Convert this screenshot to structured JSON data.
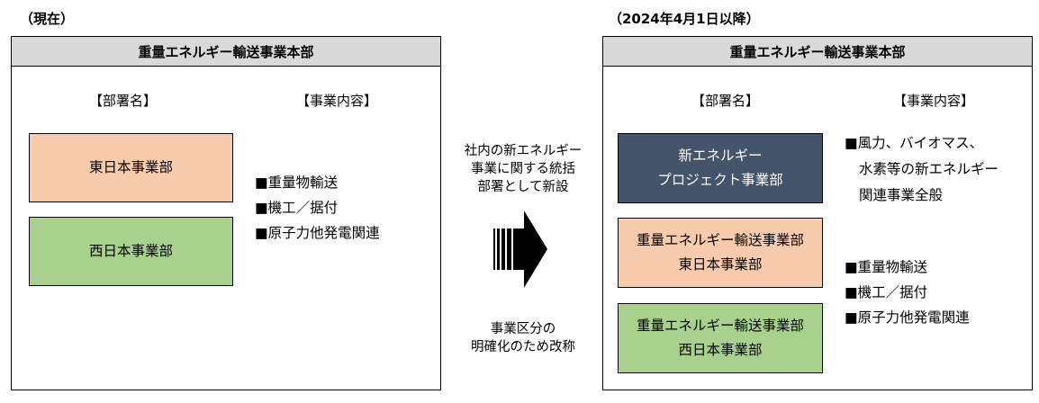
{
  "left": {
    "caption": "（現在）",
    "title": "重量エネルギー輸送事業本部",
    "col_dept": "【部署名】",
    "col_business": "【事業内容】",
    "departments": [
      {
        "name": "東日本事業部",
        "color": "#f8cbad"
      },
      {
        "name": "西日本事業部",
        "color": "#a9d18e"
      }
    ],
    "business": [
      "■重量物輸送",
      "■機工／据付",
      "■原子力他発電関連"
    ]
  },
  "middle": {
    "note_top": [
      "社内の新エネルギー",
      "事業に関する統括",
      "部署として新設"
    ],
    "note_bottom": [
      "事業区分の",
      "明確化のため改称"
    ]
  },
  "right": {
    "caption": "（2024年4月1日以降）",
    "title": "重量エネルギー輸送事業本部",
    "col_dept": "【部署名】",
    "col_business": "【事業内容】",
    "departments": [
      {
        "lines": [
          "新エネルギー",
          "プロジェクト事業部"
        ],
        "color": "#44546a",
        "text_color": "#ffffff"
      },
      {
        "lines": [
          "重量エネルギー輸送事業部",
          "東日本事業部"
        ],
        "color": "#f8cbad",
        "text_color": "#000000"
      },
      {
        "lines": [
          "重量エネルギー輸送事業部",
          "西日本事業部"
        ],
        "color": "#a9d18e",
        "text_color": "#000000"
      }
    ],
    "business_new": [
      "■風力、バイオマス、",
      "水素等の新エネルギー",
      "関連事業全般"
    ],
    "business": [
      "■重量物輸送",
      "■機工／据付",
      "■原子力他発電関連"
    ]
  }
}
